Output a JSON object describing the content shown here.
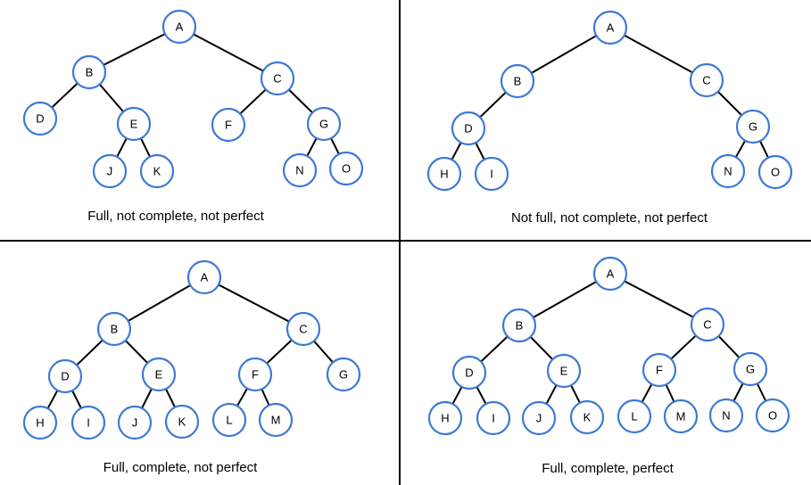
{
  "panels": [
    {
      "caption": "Full, not complete, not perfect",
      "nodes": [
        "A",
        "B",
        "C",
        "D",
        "E",
        "F",
        "G",
        "J",
        "K",
        "N",
        "O"
      ],
      "edges": [
        [
          "A",
          "B"
        ],
        [
          "A",
          "C"
        ],
        [
          "B",
          "D"
        ],
        [
          "B",
          "E"
        ],
        [
          "E",
          "J"
        ],
        [
          "E",
          "K"
        ],
        [
          "C",
          "F"
        ],
        [
          "C",
          "G"
        ],
        [
          "G",
          "N"
        ],
        [
          "G",
          "O"
        ]
      ]
    },
    {
      "caption": "Not full, not complete, not perfect",
      "nodes": [
        "A",
        "B",
        "C",
        "D",
        "G",
        "H",
        "I",
        "N",
        "O"
      ],
      "edges": [
        [
          "A",
          "B"
        ],
        [
          "A",
          "C"
        ],
        [
          "B",
          "D"
        ],
        [
          "D",
          "H"
        ],
        [
          "D",
          "I"
        ],
        [
          "C",
          "G"
        ],
        [
          "G",
          "N"
        ],
        [
          "G",
          "O"
        ]
      ]
    },
    {
      "caption": "Full, complete, not perfect",
      "nodes": [
        "A",
        "B",
        "C",
        "D",
        "E",
        "F",
        "G",
        "H",
        "I",
        "J",
        "K",
        "L",
        "M"
      ],
      "edges": [
        [
          "A",
          "B"
        ],
        [
          "A",
          "C"
        ],
        [
          "B",
          "D"
        ],
        [
          "B",
          "E"
        ],
        [
          "C",
          "F"
        ],
        [
          "C",
          "G"
        ],
        [
          "D",
          "H"
        ],
        [
          "D",
          "I"
        ],
        [
          "E",
          "J"
        ],
        [
          "E",
          "K"
        ],
        [
          "F",
          "L"
        ],
        [
          "F",
          "M"
        ]
      ]
    },
    {
      "caption": "Full, complete, perfect",
      "nodes": [
        "A",
        "B",
        "C",
        "D",
        "E",
        "F",
        "G",
        "H",
        "I",
        "J",
        "K",
        "L",
        "M",
        "N",
        "O"
      ],
      "edges": [
        [
          "A",
          "B"
        ],
        [
          "A",
          "C"
        ],
        [
          "B",
          "D"
        ],
        [
          "B",
          "E"
        ],
        [
          "C",
          "F"
        ],
        [
          "C",
          "G"
        ],
        [
          "D",
          "H"
        ],
        [
          "D",
          "I"
        ],
        [
          "E",
          "J"
        ],
        [
          "E",
          "K"
        ],
        [
          "F",
          "L"
        ],
        [
          "F",
          "M"
        ],
        [
          "G",
          "N"
        ],
        [
          "G",
          "O"
        ]
      ]
    }
  ],
  "colors": {
    "node_stroke": "#3c78d8",
    "edge": "#000000",
    "background": "#ffffff"
  }
}
